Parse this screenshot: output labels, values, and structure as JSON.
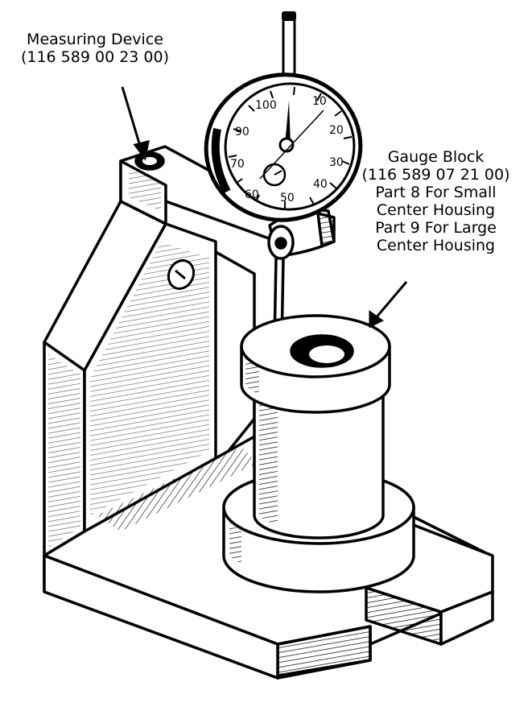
{
  "measuring_device": {
    "name": "Measuring Device",
    "part_number": "(116 589 00 23 00)"
  },
  "gauge_block": {
    "name": "Gauge Block",
    "part_number": "(116 589 07 21 00)",
    "note_small": "Part 8 For Small",
    "note_small_2": "Center Housing",
    "note_large": "Part 9 For Large",
    "note_large_2": "Center Housing"
  },
  "dial": {
    "n100": "100",
    "n10": "10",
    "n20": "20",
    "n30": "30",
    "n40": "40",
    "n50": "50",
    "n60": "60",
    "n70": "70",
    "n90": "90"
  }
}
